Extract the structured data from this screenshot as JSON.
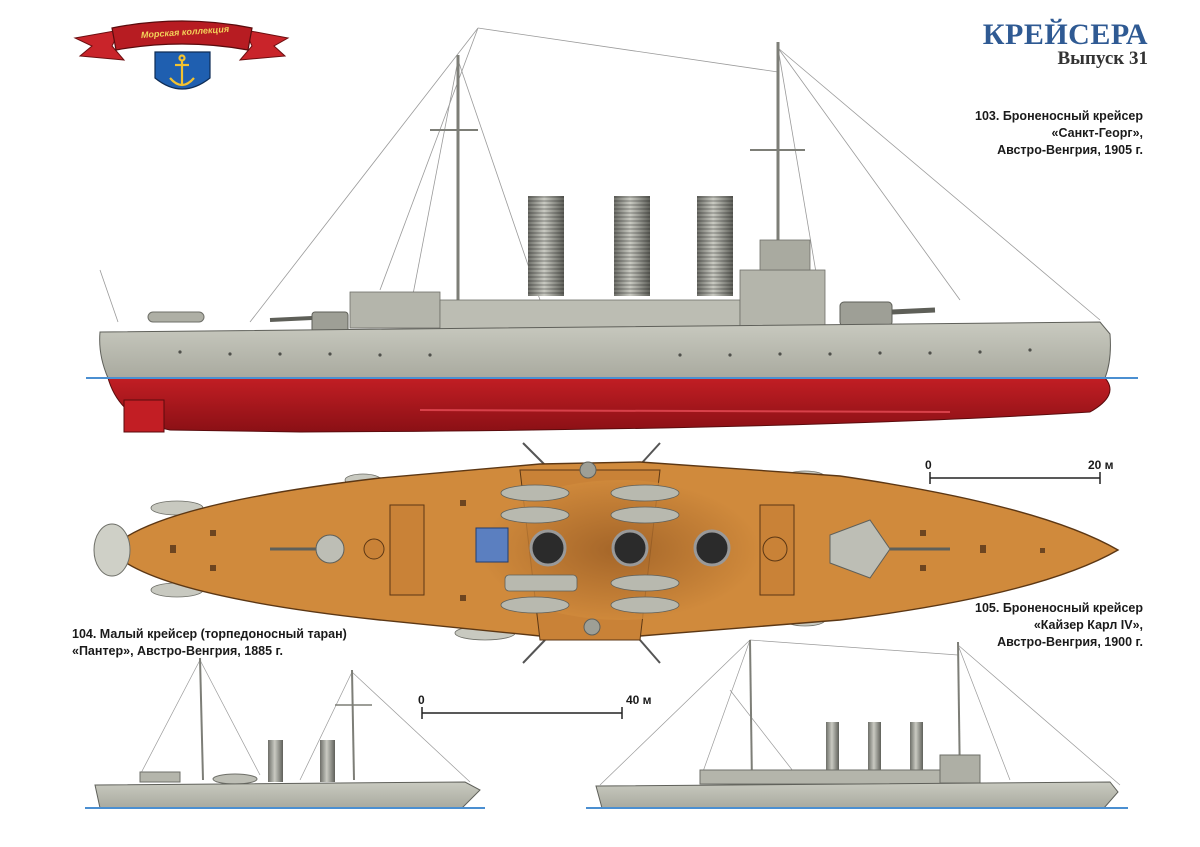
{
  "header": {
    "title": "КРЕЙСЕРА",
    "issue": "Выпуск 31",
    "banner_text": "Морская коллекция"
  },
  "captions": {
    "ship_103": {
      "line1": "103. Броненосный крейсер",
      "line2": "«Санкт-Георг»,",
      "line3": "Австро-Венгрия, 1905 г."
    },
    "ship_105": {
      "line1": "105. Броненосный крейсер",
      "line2": "«Кайзер Карл IV»,",
      "line3": "Австро-Венгрия, 1900 г."
    },
    "ship_104": {
      "line1": "104. Малый крейсер (торпедоносный таран)",
      "line2": "«Пантер», Австро-Венгрия, 1885 г."
    }
  },
  "scales": {
    "top": {
      "start": "0",
      "end": "20 м"
    },
    "bottom": {
      "start": "0",
      "end": "40 м"
    }
  },
  "colors": {
    "title": "#2f5a93",
    "hull_grey": "#b7b8ad",
    "hull_red": "#a8161c",
    "deck_wood": "#d08a3c",
    "waterline": "#4b8fd1"
  }
}
